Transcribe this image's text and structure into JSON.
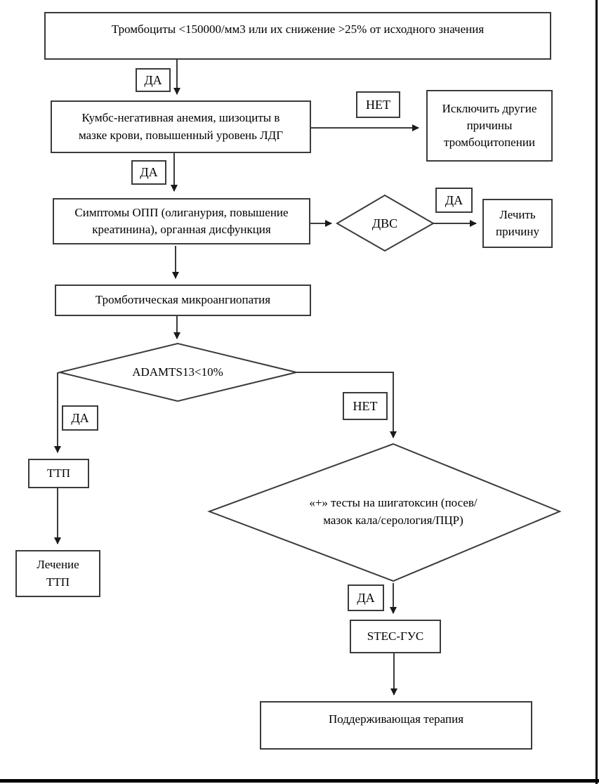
{
  "diagram": {
    "kind": "flowchart",
    "language": "ru",
    "colors": {
      "line": "#3b3b3b",
      "text": "#000000",
      "background": "#ffffff"
    },
    "nodes": {
      "platelets": "Тромбоциты <150000/мм3 или их снижение >25% от исходного значения",
      "coombs": "Кумбс-негативная анемия, шизоциты в мазке крови, повышенный уровень ЛДГ",
      "exclude_other": "Исключить другие причины тромбоцитопении",
      "aki_symptoms": "Симптомы ОПП (олиганурия, повышение креатинина), органная дисфункция",
      "dic": "ДВС",
      "treat_cause": "Лечить причину",
      "tma": "Тромботическая микроангиопатия",
      "adamts13": "ADAMTS13<10%",
      "ttp": "ТТП",
      "ttp_treatment": "Лечение ТТП",
      "shigatoxin": "«+» тесты на шигатоксин (посев/мазок кала/серология/ПЦР)",
      "stec_hus": "STEC-ГУС",
      "supportive": "Поддерживающая терапия"
    },
    "edge_labels": {
      "yes1": "ДА",
      "no1": "НЕТ",
      "yes2": "ДА",
      "yes3": "ДА",
      "yes4": "ДА",
      "no2": "НЕТ",
      "yes5": "ДА"
    }
  }
}
